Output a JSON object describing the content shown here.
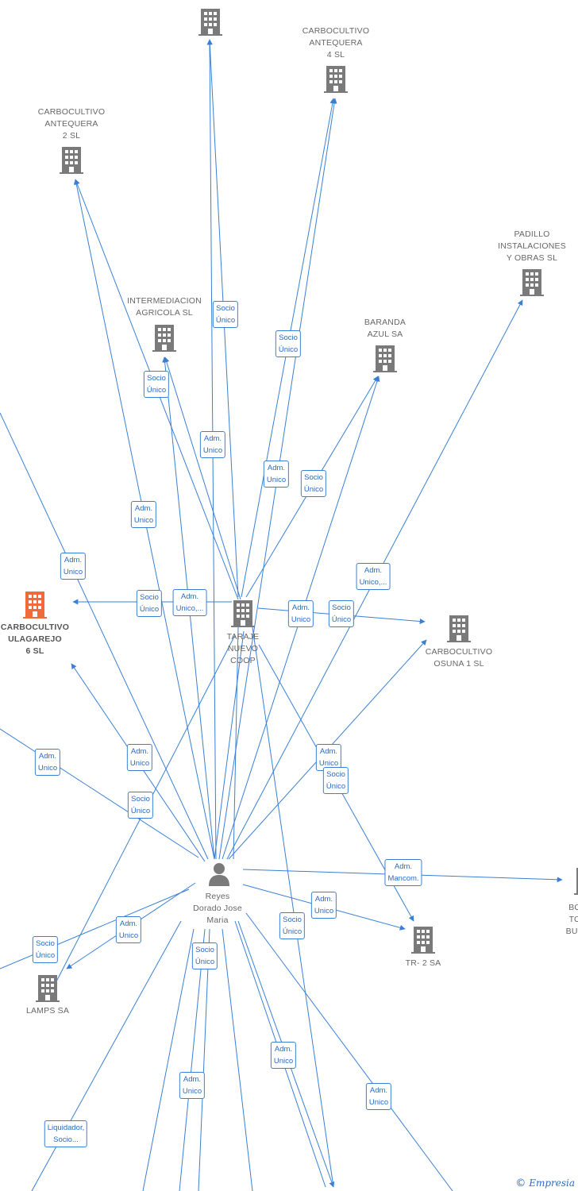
{
  "colors": {
    "edge": "#3a7fd5",
    "building": "#7a7a7a",
    "highlight": "#f26a3c",
    "person": "#7a7a7a"
  },
  "nodes": [
    {
      "id": "top",
      "label": ""
    },
    {
      "id": "ca4",
      "label": "CARBOCULTIVO\nANTEQUERA\n4  SL"
    },
    {
      "id": "ca2",
      "label": "CARBOCULTIVO\nANTEQUERA\n2  SL"
    },
    {
      "id": "pad",
      "label": "PADILLO\nINSTALACIONES\nY OBRAS SL"
    },
    {
      "id": "int",
      "label": "INTERMEDIACION\nAGRICOLA SL"
    },
    {
      "id": "bar",
      "label": "BARANDA\nAZUL SA"
    },
    {
      "id": "cu6",
      "label": "CARBOCULTIVO\nULAGAREJO\n6  SL"
    },
    {
      "id": "tar",
      "label": "TARAJE\nNUEVO\nCOOP"
    },
    {
      "id": "co1",
      "label": "CARBOCULTIVO\nOSUNA 1  SL"
    },
    {
      "id": "reyes",
      "label": "Reyes\nDorado Jose\nMaria"
    },
    {
      "id": "tr2",
      "label": "TR- 2 SA"
    },
    {
      "id": "lamps",
      "label": "LAMPS SA"
    },
    {
      "id": "bot",
      "label": "BO\nTO\nBUR"
    }
  ],
  "edge_labels": [
    "Socio\nÚnico",
    "Socio\nÚnico",
    "Socio\nÚnico",
    "Adm.\nUnico",
    "Adm.\nUnico",
    "Socio\nÚnico",
    "Adm.\nUnico",
    "Adm.\nUnico",
    "Adm.\nUnico,...",
    "Socio\nÚnico",
    "Adm.\nUnico,...",
    "Adm.\nUnico",
    "Socio\nÚnico",
    "Adm.\nUnico",
    "Adm.\nUnico",
    "Adm.\nUnico",
    "Socio\nÚnico",
    "Socio\nÚnico",
    "Adm.\nMancom.",
    "Adm.\nUnico",
    "Adm.\nUnico",
    "Socio\nÚnico",
    "Socio\nÚnico",
    "Socio\nÚnico",
    "Adm.\nUnico",
    "Adm.\nUnico",
    "Adm.\nUnico",
    "Liquidador,\nSocio..."
  ],
  "brand": {
    "copyright": "©",
    "name": "Empresia"
  }
}
